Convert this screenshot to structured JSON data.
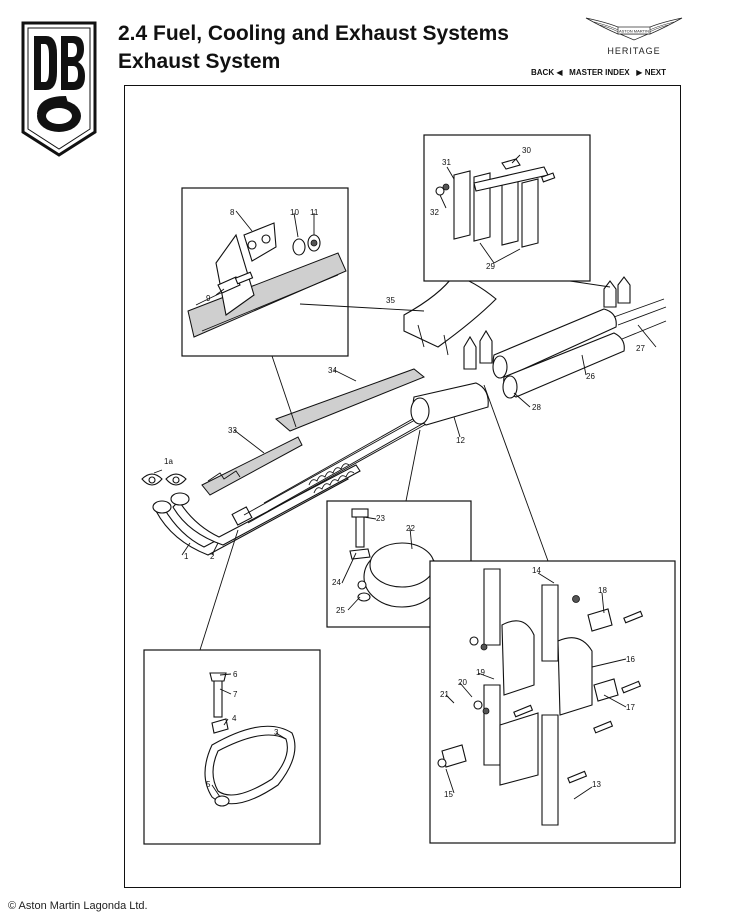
{
  "logo": {
    "text": "DB6"
  },
  "header": {
    "title": "2.4 Fuel, Cooling and Exhaust Systems",
    "subtitle": "Exhaust System"
  },
  "brand": {
    "name": "ASTON MARTIN",
    "heritage": "HERITAGE"
  },
  "nav": {
    "back": "BACK",
    "master_index": "MASTER INDEX",
    "next": "NEXT"
  },
  "footer": {
    "copyright": "© Aston Martin Lagonda Ltd."
  },
  "diagram": {
    "callouts": [
      "1",
      "1a",
      "2",
      "3",
      "4",
      "5",
      "6",
      "7",
      "8",
      "9",
      "10",
      "11",
      "12",
      "13",
      "14",
      "15",
      "16",
      "17",
      "18",
      "19",
      "20",
      "21",
      "22",
      "23",
      "24",
      "25",
      "26",
      "27",
      "28",
      "29",
      "30",
      "31",
      "32",
      "33",
      "34",
      "35"
    ]
  }
}
